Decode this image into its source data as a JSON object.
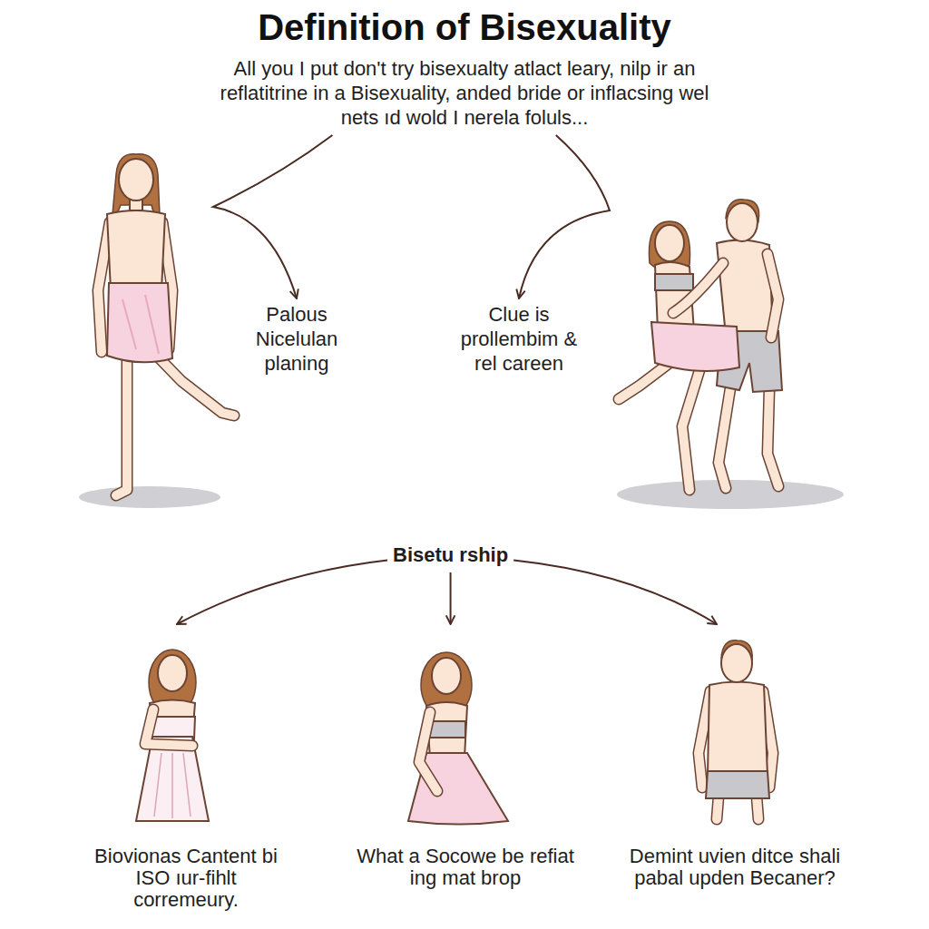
{
  "diagram": {
    "title": "Definition of Bisexuality",
    "nodes": [
      {
        "text": [
          "All you I put don't try bisexualty atlact leary, nilp ir an reflatitrine in a Bisexuality, anded bride or inflacsing wel nets ıd wold I nerela foluls..."
        ]
      },
      {
        "text": [
          "Palous Nicelulan planing"
        ]
      },
      {
        "text": [
          "Clue is prollembim & rel careen"
        ]
      },
      {
        "text": [
          "Bisetu rship"
        ]
      },
      {
        "text": [
          "Biovionas Cantent bi ISO ıur-fihlt corremeury."
        ]
      },
      {
        "text": [
          "What a Socowe be refiat ing mat brop"
        ]
      },
      {
        "text": [
          "Demint uvien ditce shali pabal upden Becaner?"
        ]
      }
    ],
    "edges": [
      {
        "from": 0,
        "to": 1,
        "arrow": "to"
      },
      {
        "from": 0,
        "to": 2,
        "arrow": "to"
      },
      {
        "from": 3,
        "to": 4,
        "arrow": "to"
      },
      {
        "from": 3,
        "to": 5,
        "arrow": "to"
      },
      {
        "from": 3,
        "to": 6,
        "arrow": "to"
      }
    ]
  }
}
